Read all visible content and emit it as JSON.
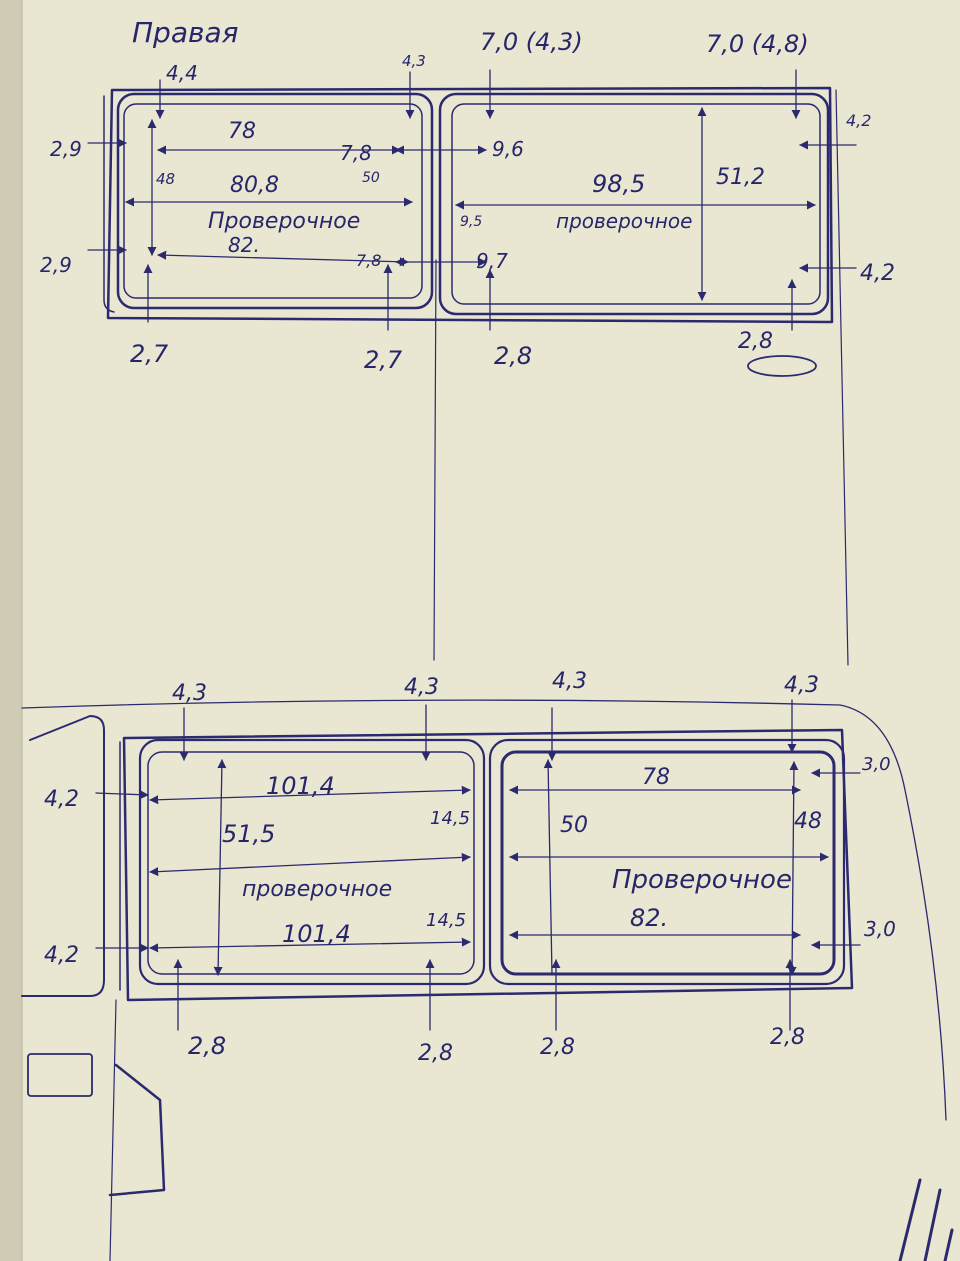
{
  "top": {
    "heading": "Правая",
    "left": {
      "top_margin": "4,4",
      "top_right_margin": "4,3",
      "left_upper": "2,9",
      "left_lower": "2,9",
      "height": "48",
      "width_upper": "78",
      "inner_right_upper": "7,8",
      "small_mark": "50",
      "width_mid": "80,8",
      "name": "Проверочное",
      "width_low": "82.",
      "inner_right_lower": "7,8",
      "bottom_left": "2,7",
      "bottom_right": "2,7"
    },
    "right": {
      "top_left": "7,0 (4,3)",
      "top_right": "7,0 (4,8)",
      "gap_upper": "9,6",
      "gap_mid": "9,5",
      "gap_lower": "9,7",
      "right_upper": "4,2",
      "right_lower": "4,2",
      "height": "51,2",
      "width": "98,5",
      "name": "проверочное",
      "bottom_left": "2,8",
      "bottom_right": "2,8"
    }
  },
  "bottom": {
    "left": {
      "top_left": "4,3",
      "top_right": "4,3",
      "left_upper": "4,2",
      "left_lower": "4,2",
      "width_upper": "101,4",
      "gap_upper": "14,5",
      "height": "51,5",
      "name": "проверочное",
      "width_lower": "101,4",
      "gap_lower": "14,5",
      "bottom_left": "2,8",
      "bottom_right": "2,8"
    },
    "right": {
      "top_left": "4,3",
      "top_right": "4,3",
      "height_left": "50",
      "width_upper": "78",
      "height_right": "48",
      "right_upper": "3,0",
      "name": "Проверочное",
      "width_lower": "82.",
      "right_lower": "3,0",
      "bottom_left": "2,8",
      "bottom_right": "2,8"
    }
  }
}
